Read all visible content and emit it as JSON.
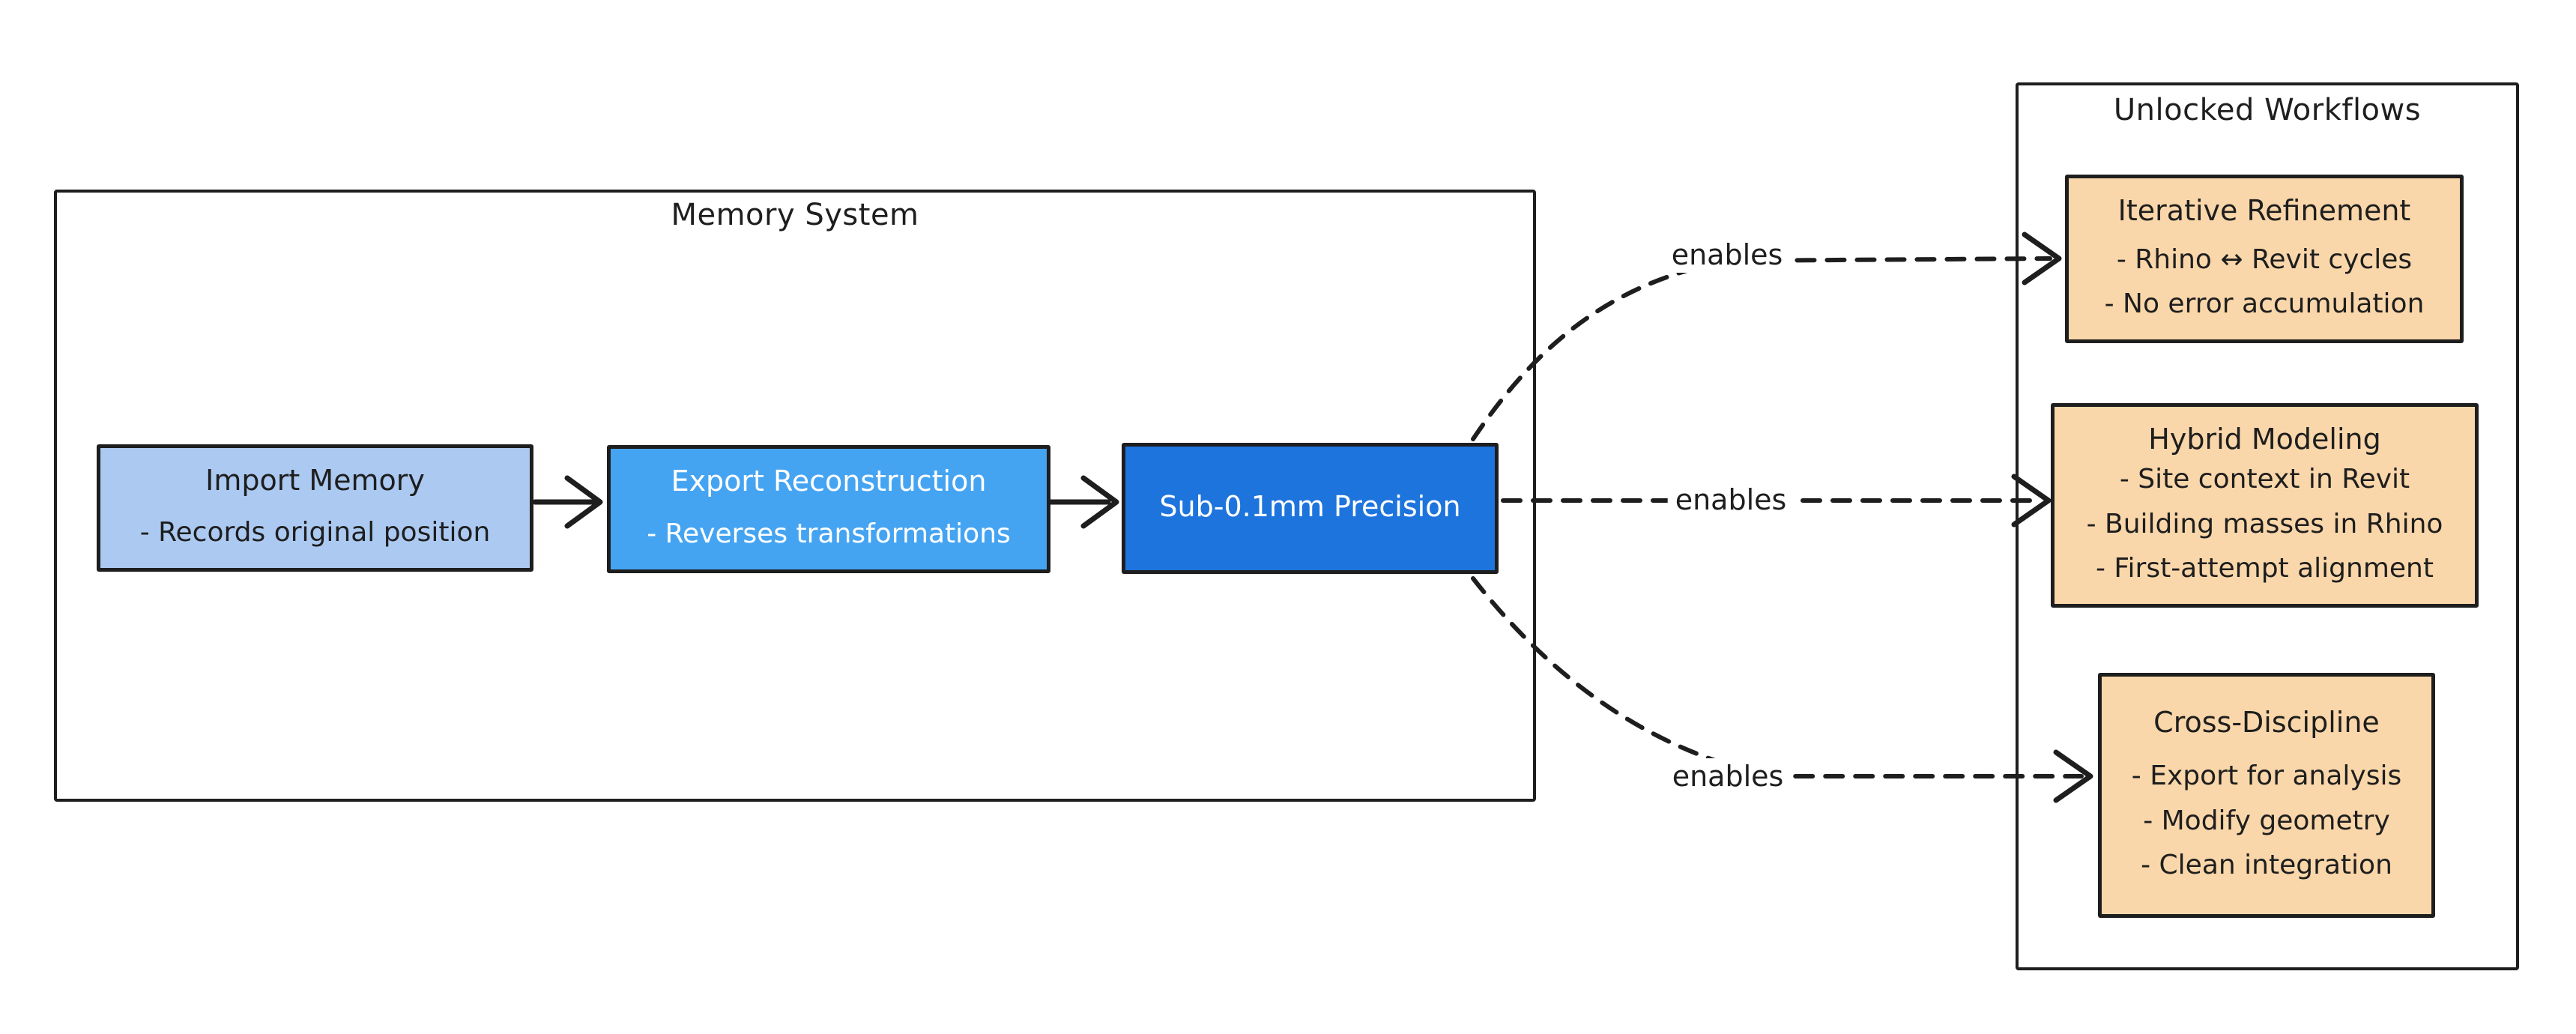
{
  "memory_system": {
    "title": "Memory System",
    "nodes": [
      {
        "id": "import-memory",
        "title": "Import Memory",
        "bullets": [
          "- Records original position"
        ],
        "fill": "#abc9f1",
        "text_color": "#1e1e1e"
      },
      {
        "id": "export-reconstruction",
        "title": "Export Reconstruction",
        "bullets": [
          "- Reverses transformations"
        ],
        "fill": "#45a4f2",
        "text_color": "#ffffff"
      },
      {
        "id": "sub-01mm-precision",
        "title": "Sub-0.1mm Precision",
        "bullets": [],
        "fill": "#1e74dd",
        "text_color": "#ffffff"
      }
    ]
  },
  "unlocked_workflows": {
    "title": "Unlocked Workflows",
    "nodes": [
      {
        "id": "iterative-refinement",
        "title": "Iterative Refinement",
        "bullets": [
          "- Rhino ↔ Revit cycles",
          "- No error accumulation"
        ],
        "fill": "#fad7aa",
        "text_color": "#1e1e1e"
      },
      {
        "id": "hybrid-modeling",
        "title": "Hybrid Modeling",
        "bullets": [
          "- Site context in Revit",
          "- Building masses in Rhino",
          "- First-attempt alignment"
        ],
        "fill": "#fad7aa",
        "text_color": "#1e1e1e"
      },
      {
        "id": "cross-discipline",
        "title": "Cross-Discipline",
        "bullets": [
          "- Export for analysis",
          "- Modify geometry",
          "- Clean integration"
        ],
        "fill": "#fad7aa",
        "text_color": "#1e1e1e"
      }
    ]
  },
  "edges": {
    "label_top": "enables",
    "label_middle": "enables",
    "label_bottom": "enables"
  },
  "colors": {
    "stroke": "#1e1e1e",
    "background": "#ffffff"
  }
}
